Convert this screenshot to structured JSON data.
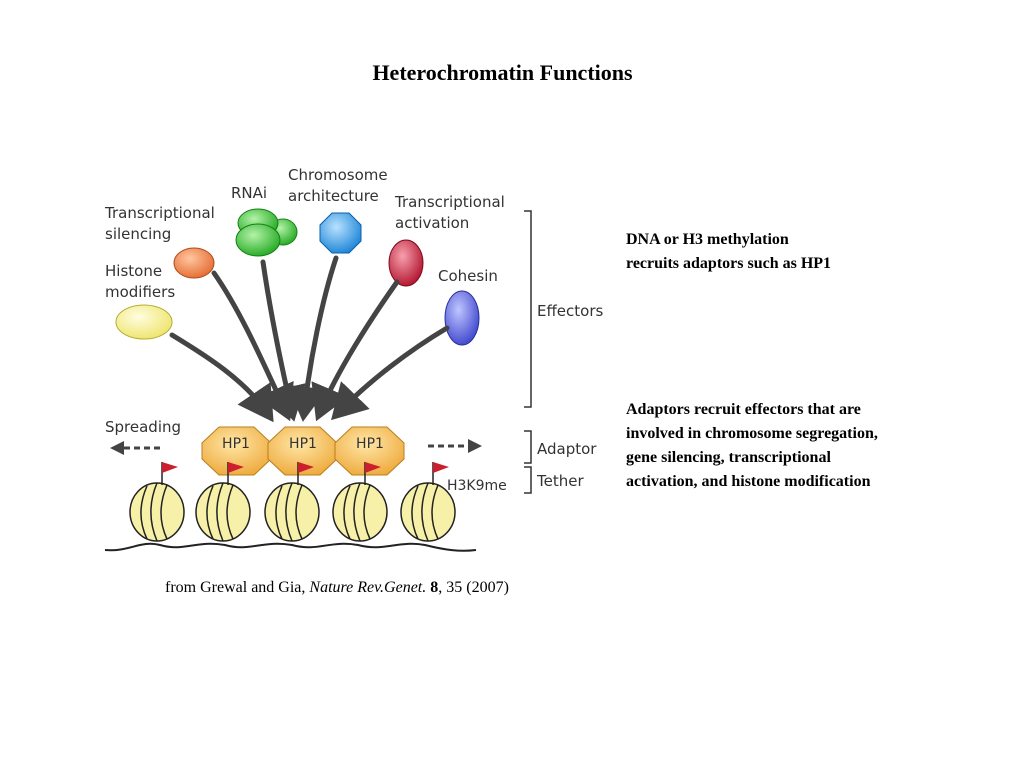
{
  "title": "Heterochromatin Functions",
  "effector_labels": {
    "transcriptional_silencing": [
      "Transcriptional",
      "silencing"
    ],
    "rnai": "RNAi",
    "chromosome_architecture": [
      "Chromosome",
      "architecture"
    ],
    "transcriptional_activation": [
      "Transcriptional",
      "activation"
    ],
    "histone_modifiers": [
      "Histone",
      "modifiers"
    ],
    "cohesin": "Cohesin"
  },
  "bracket_labels": {
    "effectors": "Effectors",
    "adaptor": "Adaptor",
    "tether": "Tether"
  },
  "spreading_label": "Spreading",
  "hp1_labels": [
    "HP1",
    "HP1",
    "HP1"
  ],
  "h3k9me_label": "H3K9me",
  "notes": {
    "note1": [
      "DNA or H3 methylation",
      "recruits adaptors such as HP1"
    ],
    "note2": [
      "Adaptors recruit effectors that are",
      "involved in chromosome segregation,",
      "gene silencing, transcriptional",
      "activation, and histone modification"
    ]
  },
  "caption": {
    "prefix": "from Grewal and Gia, ",
    "journal": "Nature Rev.Genet.",
    "volume": "8",
    "suffix": ", 35 (2007)"
  },
  "colors": {
    "histone_modifiers": "#f7f29a",
    "transcriptional_silencing": "#f08a55",
    "rnai": "#3cc23c",
    "chromosome_architecture": "#3a9de8",
    "transcriptional_activation": "#cc1f3a",
    "cohesin": "#5560e0",
    "hp1": "#f6c462",
    "nucleosome": "#f6f0a8",
    "flag": "#cc1f2e",
    "arrow": "#444444"
  }
}
